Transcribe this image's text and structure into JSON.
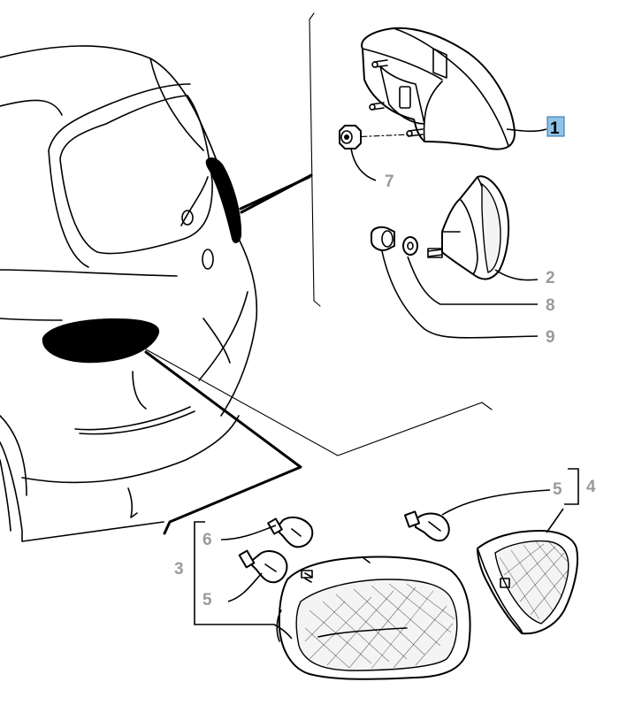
{
  "callouts": {
    "c1": "1",
    "c7": "7",
    "c2": "2",
    "c8": "8",
    "c9": "9",
    "c5a": "5",
    "c4": "4",
    "c6": "6",
    "c3": "3",
    "c5b": "5"
  },
  "colors": {
    "highlight_box": "#8fc3e6",
    "callout_gray": "#9a9a9a",
    "line": "#000000"
  }
}
